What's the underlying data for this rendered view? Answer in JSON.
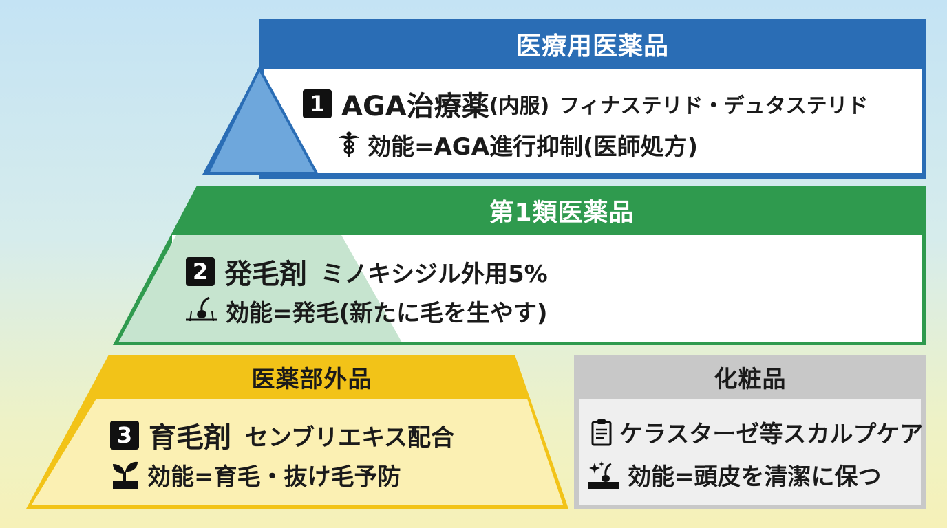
{
  "tiers": {
    "medical": {
      "header": "医療用医薬品",
      "badge": "1",
      "product": "AGA治療薬",
      "paren": "(内服)",
      "ingredients": "フィナステリド・デュタステリド",
      "effect": "効能=AGA進行抑制(医師処方)",
      "icon": "caduceus-icon",
      "color": "#2a6db5",
      "fill": "#6ea7dc"
    },
    "class1": {
      "header": "第1類医薬品",
      "badge": "2",
      "product": "発毛剤",
      "ingredients": "ミノキシジル外用5%",
      "effect": "効能=発毛(新たに毛を生やす)",
      "icon": "hair-follicle-icon",
      "color": "#2f9a4e",
      "fill": "#c6e4cf"
    },
    "quasi": {
      "header": "医薬部外品",
      "badge": "3",
      "product": "育毛剤",
      "ingredients": "センブリエキス配合",
      "effect": "効能=育毛・抜け毛予防",
      "icon": "sprout-icon",
      "color": "#f2c318",
      "fill": "#fbf0b3"
    },
    "cosmetic": {
      "header": "化粧品",
      "product": "ケラスターゼ等スカルプケア",
      "effect": "効能=頭皮を清潔に保つ",
      "product_icon": "clipboard-icon",
      "effect_icon": "sparkle-scalp-icon",
      "color": "#c8c8c8",
      "fill": "#efefef"
    }
  }
}
